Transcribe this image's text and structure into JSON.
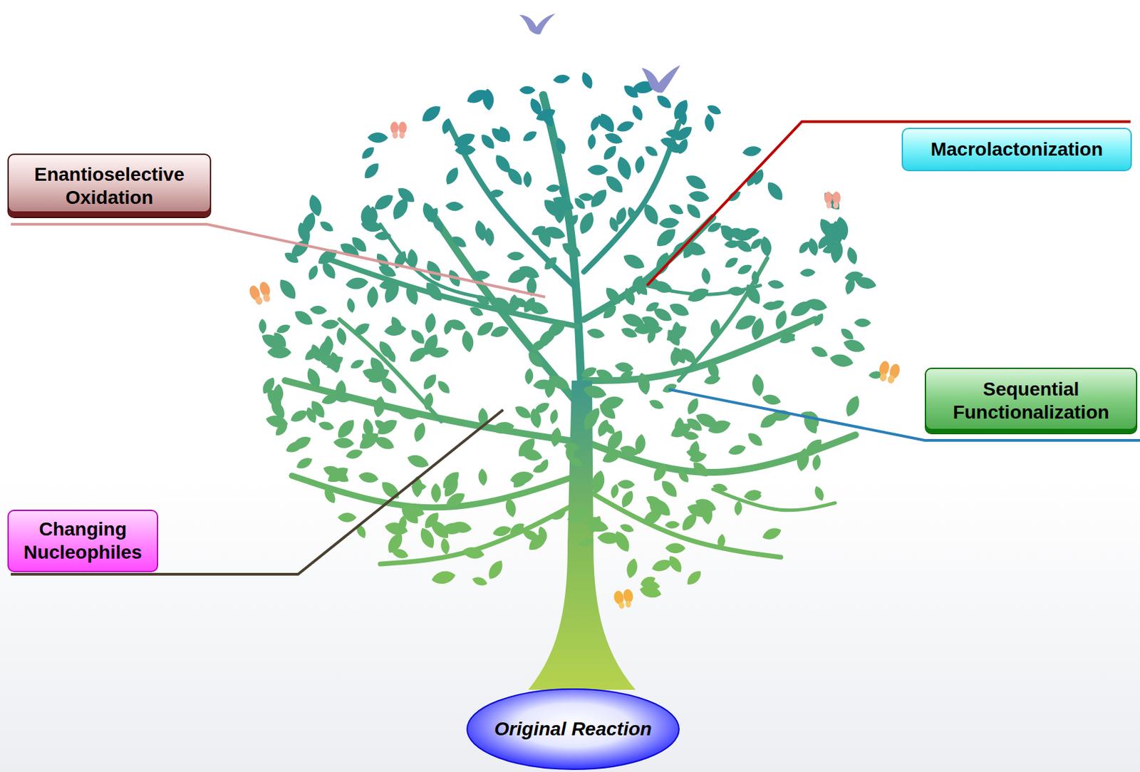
{
  "diagram": {
    "nodes": [
      {
        "text": [
          "Enantioselective Oxidation"
        ]
      },
      {
        "text": [
          "Macrolactonization"
        ]
      },
      {
        "text": [
          "Sequential Functionalization"
        ]
      },
      {
        "text": [
          "Changing Nucleophiles"
        ]
      },
      {
        "text": [
          "Original Reaction"
        ]
      }
    ]
  }
}
